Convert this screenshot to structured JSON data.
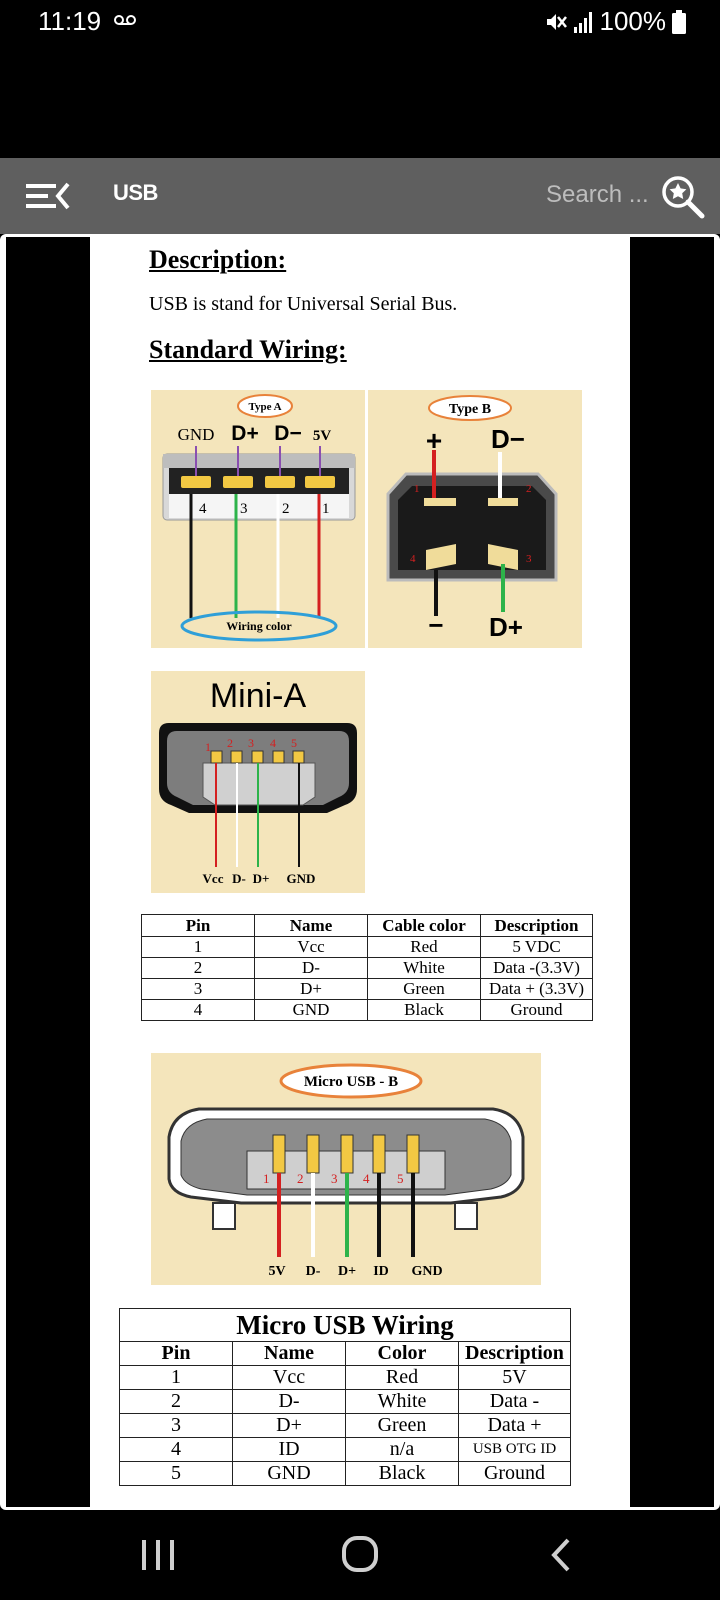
{
  "status": {
    "time": "11:19",
    "battery": "100%"
  },
  "app": {
    "title": "USB",
    "search_placeholder": "Search ..."
  },
  "doc": {
    "description_heading": "Description:",
    "description_text": "USB is stand for Universal Serial  Bus.",
    "wiring_heading": "Standard Wiring:",
    "type_a": {
      "label": "Type A",
      "pins": [
        "GND",
        "D+",
        "D−",
        "5V"
      ],
      "numbers": [
        "4",
        "3",
        "2",
        "1"
      ],
      "wiring_color": "Wiring color"
    },
    "type_b": {
      "label": "Type B",
      "plus": "+",
      "dminus": "D−",
      "minus": "−",
      "dplus": "D+",
      "numbers": [
        "1",
        "2",
        "3",
        "4"
      ]
    },
    "mini_a": {
      "label": "Mini-A",
      "numbers": [
        "1",
        "2",
        "3",
        "4",
        "5"
      ],
      "wires": [
        "Vcc",
        "D-",
        "D+",
        "GND"
      ]
    },
    "table1": {
      "headers": [
        "Pin",
        "Name",
        "Cable color",
        "Description"
      ],
      "rows": [
        [
          "1",
          "Vcc",
          "Red",
          "5 VDC"
        ],
        [
          "2",
          "D-",
          "White",
          "Data -(3.3V)"
        ],
        [
          "3",
          "D+",
          "Green",
          "Data + (3.3V)"
        ],
        [
          "4",
          "GND",
          "Black",
          "Ground"
        ]
      ]
    },
    "micro_b": {
      "label": "Micro USB - B",
      "numbers": [
        "1",
        "2",
        "3",
        "4",
        "5"
      ],
      "wires": [
        "5V",
        "D-",
        "D+",
        "ID",
        "GND"
      ]
    },
    "table2": {
      "title": "Micro USB Wiring",
      "headers": [
        "Pin",
        "Name",
        "Color",
        "Description"
      ],
      "rows": [
        [
          "1",
          "Vcc",
          "Red",
          "5V"
        ],
        [
          "2",
          "D-",
          "White",
          "Data -"
        ],
        [
          "3",
          "D+",
          "Green",
          "Data +"
        ],
        [
          "4",
          "ID",
          "n/a",
          "USB OTG ID"
        ],
        [
          "5",
          "GND",
          "Black",
          "Ground"
        ]
      ]
    }
  },
  "colors": {
    "app_bar": "#5f5f5f",
    "image_bg": "#f4e5bb",
    "wire_red": "#d42020",
    "wire_green": "#2db34a",
    "wire_white": "#ffffff",
    "wire_black": "#111111",
    "oval_orange": "#e8823a",
    "oval_blue": "#2f9fd8",
    "pin_gold": "#f2c843"
  },
  "icons": {
    "status": [
      "voicemail-icon",
      "mute-icon",
      "signal-icon",
      "battery-icon"
    ],
    "app": [
      "menu-collapse-icon",
      "search-icon"
    ],
    "nav": [
      "recent-apps-icon",
      "home-icon",
      "back-icon"
    ]
  }
}
